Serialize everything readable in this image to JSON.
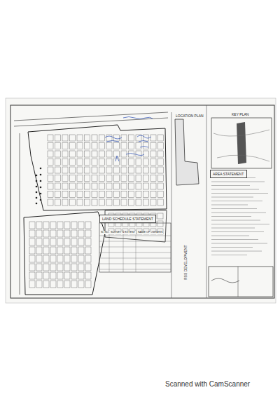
{
  "diagram": {
    "nodes": [
      {
        "text": [
          "LAND SCHEDULE STATEMENT"
        ]
      },
      {
        "text": [
          "AREA STATEMENT"
        ]
      }
    ],
    "labels": [
      "LOCATION PLAN",
      "KEY PLAN",
      "RSS DEVELOPMENT",
      "Sl. NO.",
      "SURVEY NO.",
      "EXTENT",
      "NAME OF OWNERS",
      "Scanned with CamScanner"
    ]
  }
}
